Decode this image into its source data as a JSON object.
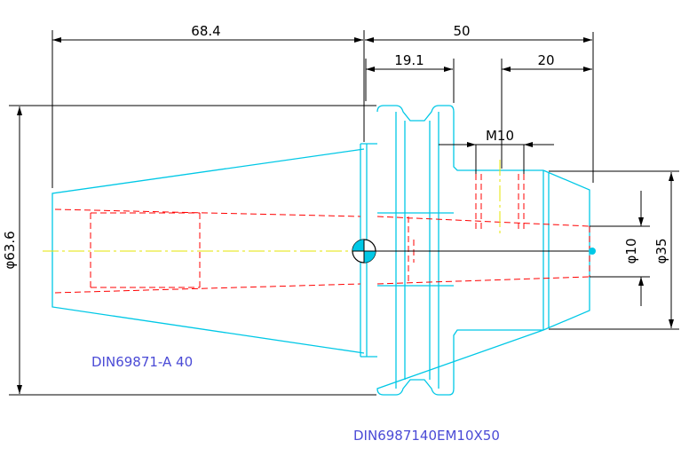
{
  "colors": {
    "outline": "#00c8e6",
    "hidden_lines": "#ff0000",
    "center_line": "#e6e600",
    "dimensions": "#000000",
    "labels": "#4b4bd6"
  },
  "dimensions": {
    "length_taper": "68.4",
    "length_holder": "50",
    "flange_width": "19.1",
    "nose_length": "20",
    "thread": "M10",
    "dia_taper": "φ63.6",
    "dia_bore": "φ10",
    "dia_nose": "φ35"
  },
  "labels": {
    "taper_standard": "DIN69871-A 40",
    "holder_code": "DIN6987140EM10X50"
  }
}
